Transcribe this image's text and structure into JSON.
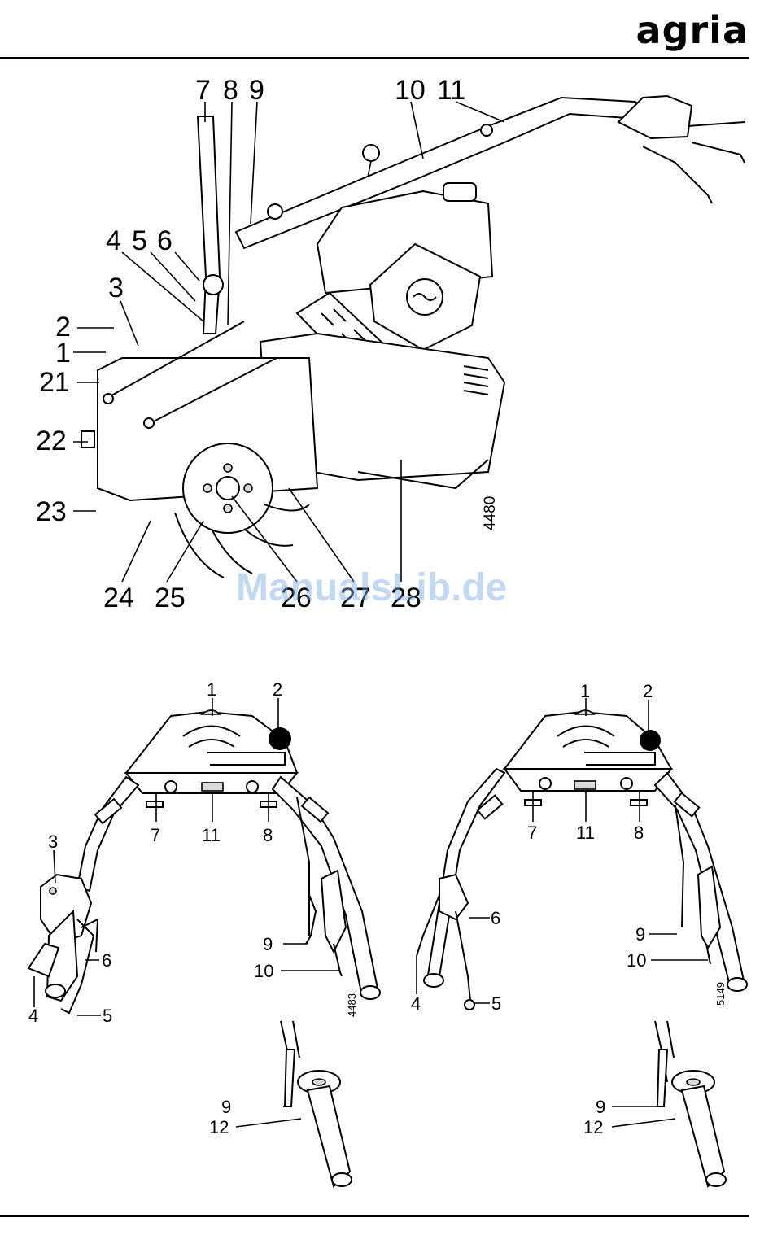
{
  "header": {
    "brand": "agria"
  },
  "figure_top": {
    "code": "4480",
    "labels": [
      "7",
      "8",
      "9",
      "10",
      "11",
      "4",
      "5",
      "6",
      "3",
      "2",
      "1",
      "21",
      "22",
      "23",
      "24",
      "25",
      "26",
      "27",
      "28"
    ]
  },
  "figure_bottom_left": {
    "code": "4483",
    "labels": [
      "1",
      "2",
      "3",
      "7",
      "11",
      "8",
      "6",
      "9",
      "10",
      "4",
      "5",
      "9",
      "12"
    ]
  },
  "figure_bottom_right": {
    "code": "5149",
    "labels": [
      "1",
      "2",
      "7",
      "11",
      "8",
      "6",
      "9",
      "10",
      "4",
      "5",
      "9",
      "12"
    ]
  },
  "watermark": "ManualsLib.de"
}
